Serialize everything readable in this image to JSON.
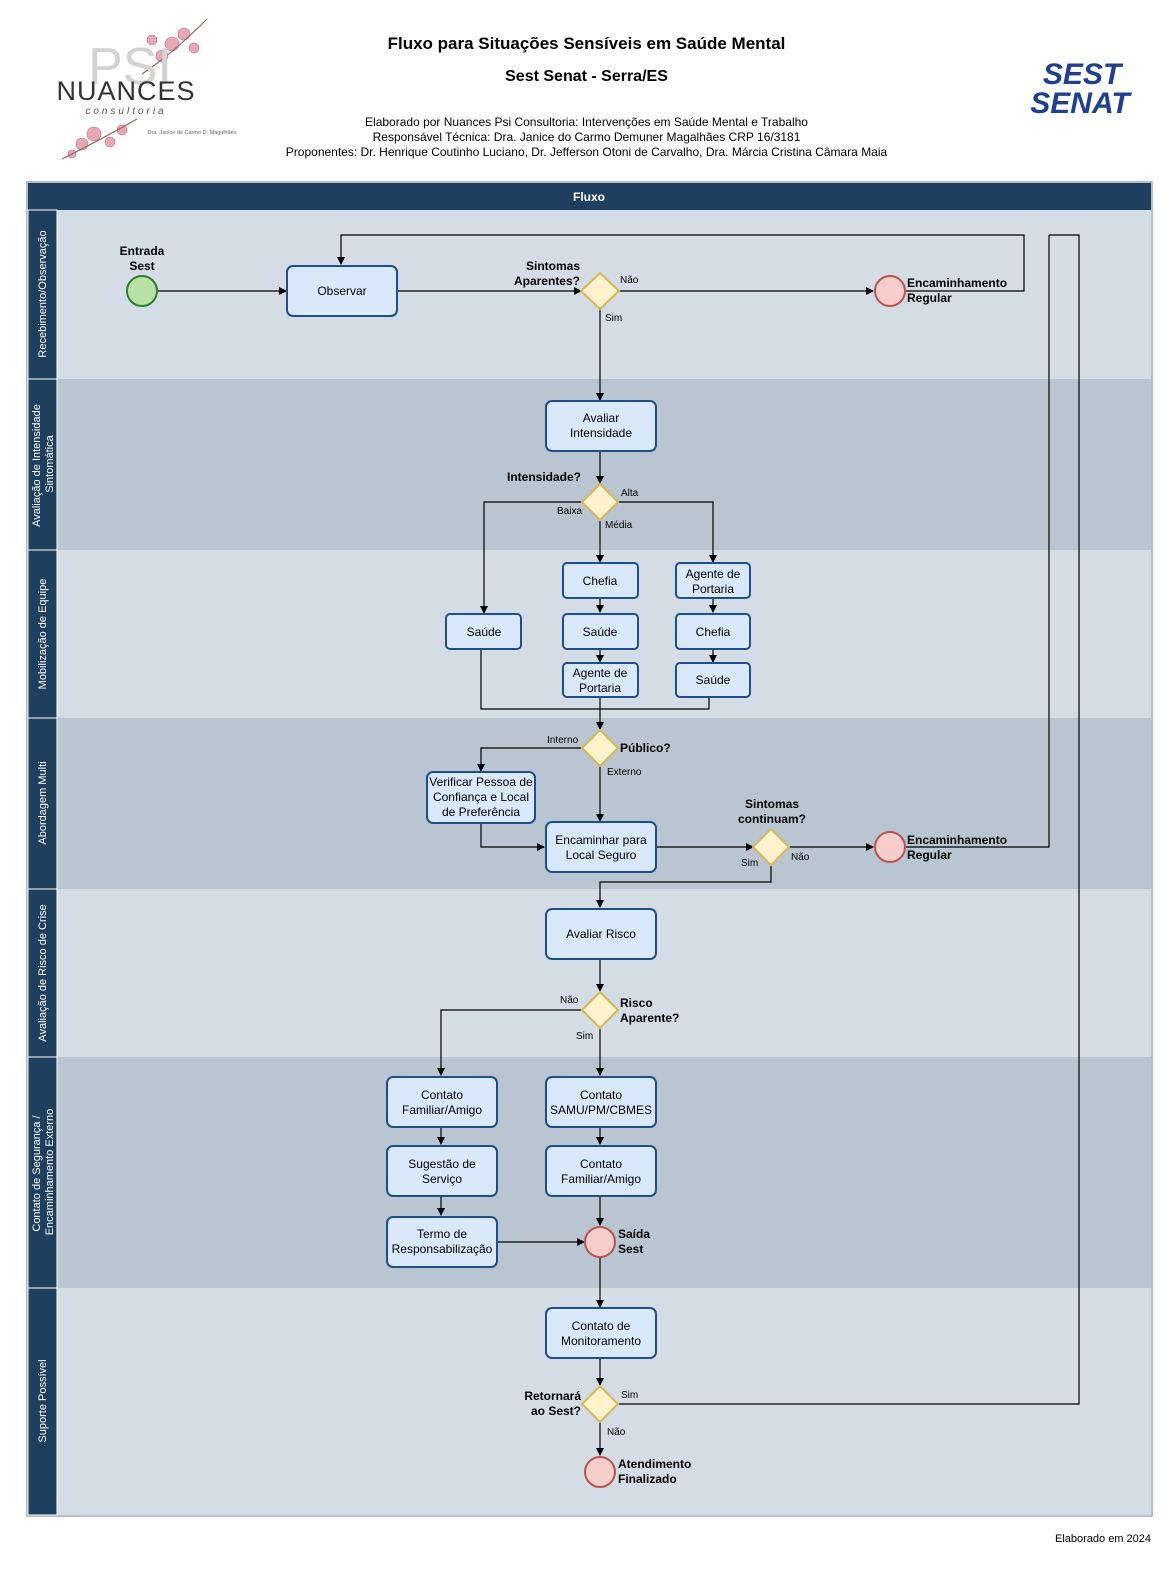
{
  "header": {
    "title": "Fluxo para Situações Sensíveis em Saúde Mental",
    "subtitle": "Sest Senat - Serra/ES",
    "credit_line_1": "Elaborado por Nuances Psi Consultoria: Intervenções em Saúde Mental e Trabalho",
    "credit_line_2": "Responsável Técnica: Dra. Janice do Carmo Demuner Magalhães CRP 16/3181",
    "credit_line_3": "Proponentes: Dr. Henrique Coutinho Luciano, Dr. Jefferson Otoni de Carvalho, Dra. Márcia Cristina Câmara Maia"
  },
  "logos": {
    "left_text": "NUANCES",
    "left_monogram": "PSI",
    "left_tagline": "consultoria",
    "left_signature": "Dra. Janice do Carmo D. Magalhães",
    "right_line_1": "SEST",
    "right_line_2": "SENAT"
  },
  "pool": {
    "title": "Fluxo"
  },
  "lanes": [
    "Recebimento/Observação",
    "Avaliação de Intensidade Sintomática",
    "Mobilização de Equipe",
    "Abordagem Multi",
    "Avaliação de Risco de Crise",
    "Contato de Segurança / Encaminhamento Externo",
    "Suporte Possível"
  ],
  "nodes": {
    "start": "Entrada Sest",
    "observar": "Observar",
    "q_sintomas": "Sintomas Aparentes?",
    "end_regular_1": "Encaminhamento Regular",
    "avaliar_intensidade": "Avaliar Intensidade",
    "q_intensidade": "Intensidade?",
    "saude_baixa": "Saúde",
    "chefia_media": "Chefia",
    "saude_media": "Saúde",
    "portaria_media": "Agente de Portaria",
    "portaria_alta": "Agente de Portaria",
    "chefia_alta": "Chefia",
    "saude_alta": "Saúde",
    "q_publico": "Público?",
    "verificar": "Verificar Pessoa de Confiança e Local de Preferência",
    "encaminhar": "Encaminhar para Local Seguro",
    "q_continuam": "Sintomas continuam?",
    "end_regular_2": "Encaminhamento Regular",
    "avaliar_risco": "Avaliar Risco",
    "q_risco": "Risco Aparente?",
    "contato_familiar_nao": "Contato Familiar/Amigo",
    "sugestao": "Sugestão de Serviço",
    "termo": "Termo de Responsabilização",
    "contato_samu": "Contato SAMU/PM/CBMES",
    "contato_familiar_sim": "Contato Familiar/Amigo",
    "saida": "Saída Sest",
    "monitoramento": "Contato de Monitoramento",
    "q_retorno": "Retornará ao Sest?",
    "end_final": "Atendimento Finalizado"
  },
  "edge_labels": {
    "sintomas_nao": "Não",
    "sintomas_sim": "Sim",
    "intensidade_alta": "Alta",
    "intensidade_baixa": "Baixa",
    "intensidade_media": "Média",
    "publico_interno": "Interno",
    "publico_externo": "Externo",
    "continuam_sim": "Sim",
    "continuam_nao": "Não",
    "risco_nao": "Não",
    "risco_sim": "Sim",
    "retorno_sim": "Sim",
    "retorno_nao": "Não"
  },
  "footer": "Elaborado em 2024",
  "colors": {
    "lane_header": "#1f3f5e",
    "lane_light": "#d4dde6",
    "lane_dark": "#b9c6d2",
    "task_fill": "#dae8fc",
    "task_stroke": "#1f4e8c",
    "gateway_fill": "#fff2cc",
    "gateway_stroke": "#d6b656",
    "start_fill": "#b9e0a5",
    "start_stroke": "#2d7d32",
    "end_fill": "#f8cecc",
    "end_stroke": "#b85450",
    "sest_blue": "#1f3f8f"
  }
}
